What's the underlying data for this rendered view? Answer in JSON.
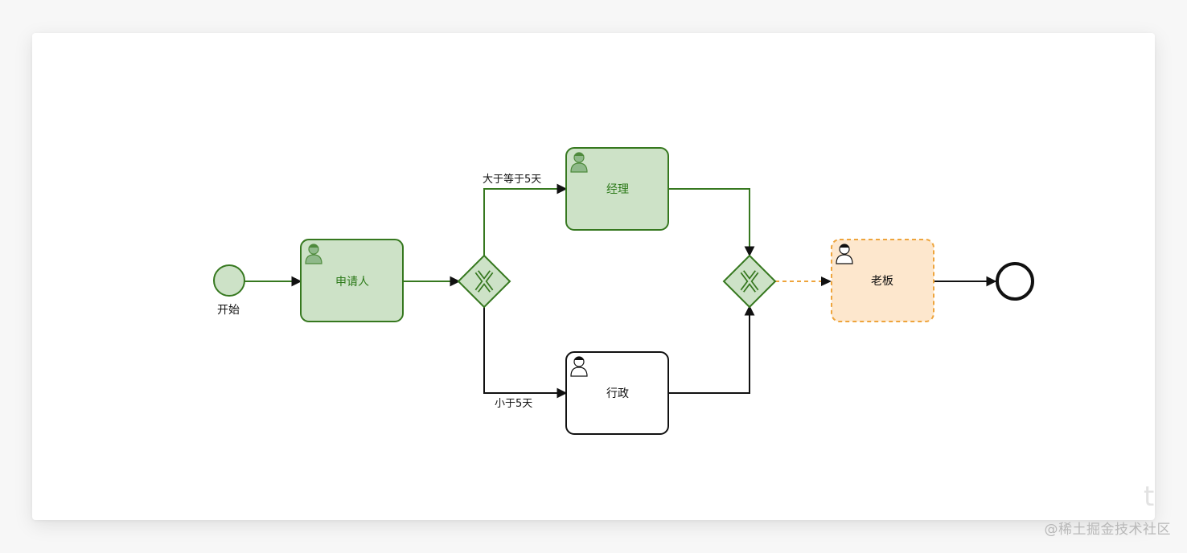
{
  "colors": {
    "done_fill": "#cde2c7",
    "done_stroke": "#36781f",
    "done_text": "#2d7a1a",
    "active_fill": "#fde7cd",
    "active_stroke": "#eea43c",
    "normal_stroke": "#111111",
    "done_edge": "#36781f",
    "active_edge": "#eea43c",
    "normal_edge": "#111111"
  },
  "nodes": {
    "start": {
      "label": "开始"
    },
    "applicant": {
      "label": "申请人"
    },
    "manager": {
      "label": "经理"
    },
    "admin": {
      "label": "行政"
    },
    "boss": {
      "label": "老板"
    }
  },
  "edges": {
    "to_manager": {
      "label": "大于等于5天"
    },
    "to_admin": {
      "label": "小于5天"
    }
  },
  "watermark": "@稀土掘金技术社区",
  "corner_glyph": "t"
}
